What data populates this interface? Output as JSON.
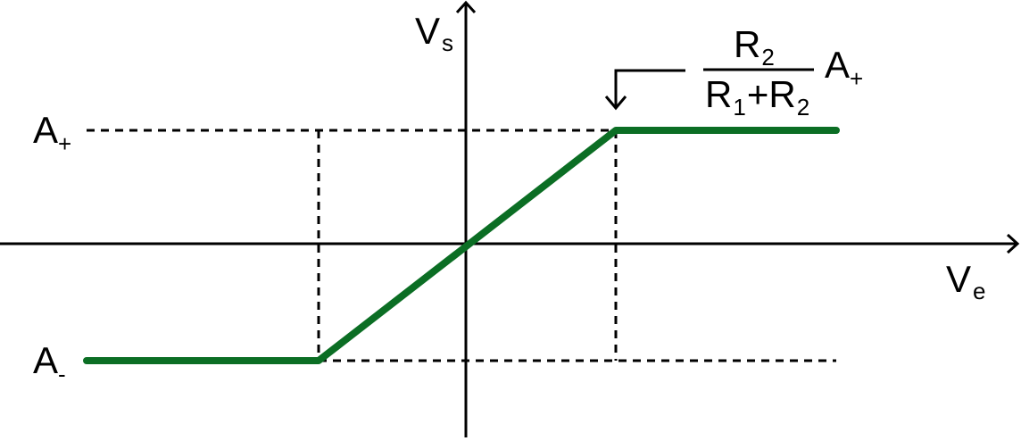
{
  "colors": {
    "curve": "#0b6e24",
    "ink": "#000000",
    "background": "#ffffff"
  },
  "labels": {
    "y_axis": {
      "main": "V",
      "sub": "s"
    },
    "x_axis": {
      "main": "V",
      "sub": "e"
    },
    "a_plus": {
      "main": "A",
      "sub": "+"
    },
    "a_minus": {
      "main": "A",
      "sub": "-"
    }
  },
  "annotation": {
    "numerator": {
      "main": "R",
      "sub": "2"
    },
    "denominator": {
      "r1_main": "R",
      "r1_sub": "1",
      "plus": "+",
      "r2_main": "R",
      "r2_sub": "2"
    },
    "factor": {
      "main": "A",
      "sub": "+"
    }
  }
}
